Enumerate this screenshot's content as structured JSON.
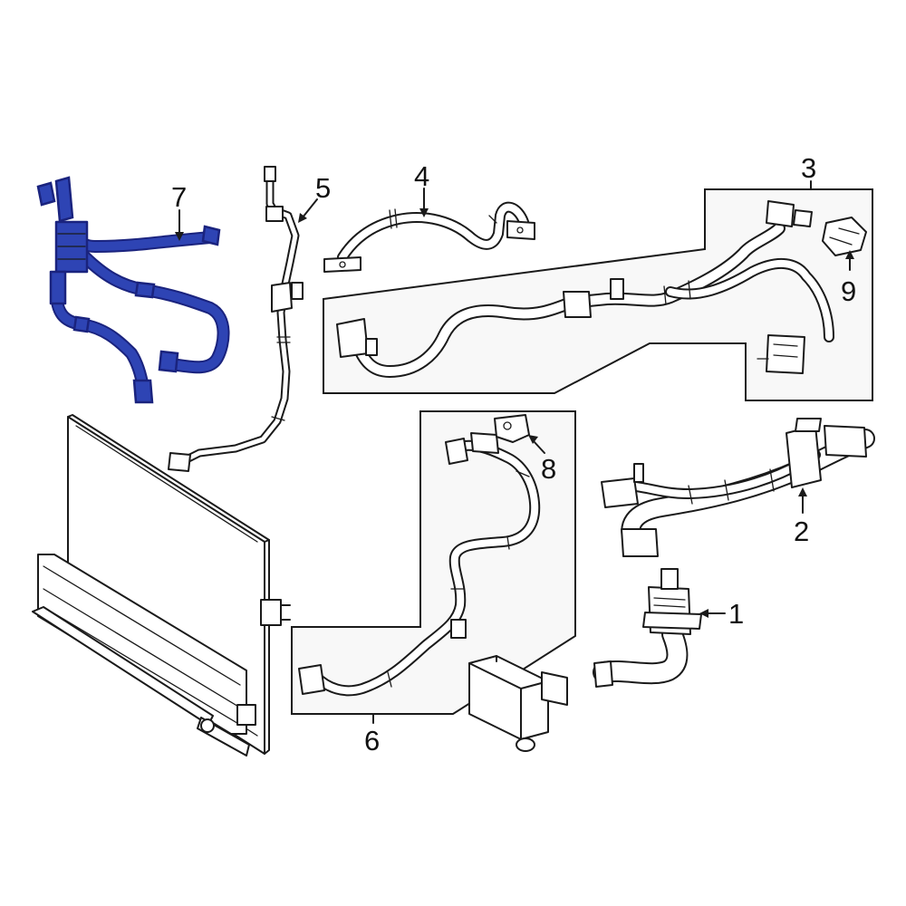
{
  "diagram": {
    "callouts": {
      "c1": "1",
      "c2": "2",
      "c3": "3",
      "c4": "4",
      "c5": "5",
      "c6": "6",
      "c7": "7",
      "c8": "8",
      "c9": "9"
    },
    "highlight_part": "7",
    "colors": {
      "highlight": "#2E44B4",
      "highlight_dark": "#1A237E",
      "line": "#1a1a1a",
      "inset_bg": "#f8f8f8",
      "background": "#ffffff"
    }
  }
}
